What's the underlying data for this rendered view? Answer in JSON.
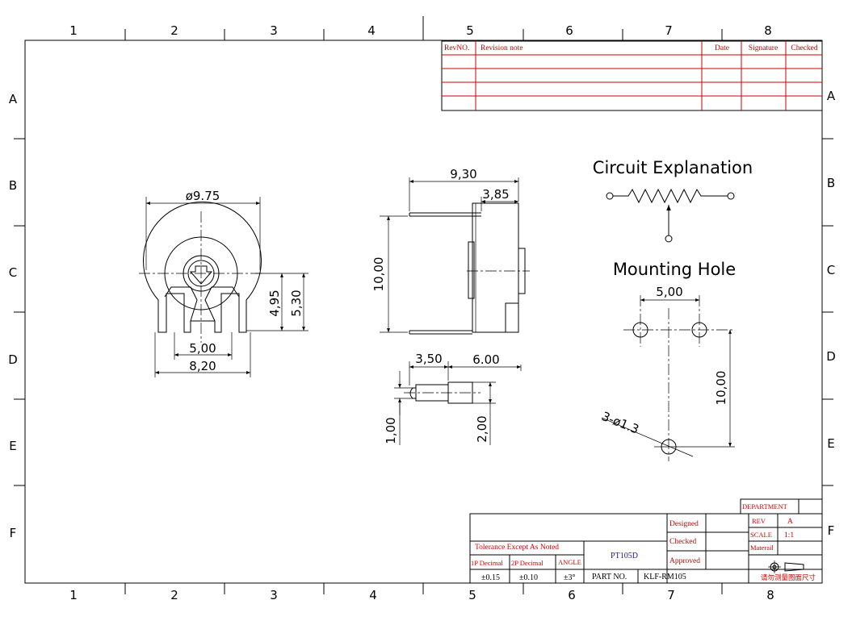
{
  "zones": {
    "columns": [
      "1",
      "2",
      "3",
      "4",
      "5",
      "6",
      "7",
      "8"
    ],
    "rows": [
      "A",
      "B",
      "C",
      "D",
      "E",
      "F"
    ]
  },
  "revision_table": {
    "headers": [
      "RevNO.",
      "Revision note",
      "Date",
      "Signature",
      "Checked"
    ]
  },
  "circuit": {
    "title": "Circuit Explanation"
  },
  "mounting": {
    "title": "Mounting Hole",
    "dim_spacing": "5,00",
    "dim_height": "10,00",
    "hole_callout": "3-ø1.3"
  },
  "front_view": {
    "dim_diameter": "ø9.75",
    "dim_pin_spacing": "5,00",
    "dim_width": "8,20",
    "dim_h1": "4,95",
    "dim_h2": "5,30"
  },
  "side_view": {
    "dim_total": "9,30",
    "dim_knob": "3,85",
    "dim_height": "10,00"
  },
  "pin_detail": {
    "dim_a": "3,50",
    "dim_b": "6.00",
    "dim_thk": "1,00",
    "dim_w": "2,00"
  },
  "title_block": {
    "department": "DEPARTMENT",
    "rev_label": "REV",
    "rev_value": "A",
    "scale_label": "SCALE",
    "scale_value": "1:1",
    "material_label": "Materail",
    "designed": "Designed",
    "checked": "Checked",
    "approved": "Approved",
    "tolerance": "Tolerance Except As Noted",
    "dec1": "1P Decimal",
    "dec2": "2P Decimal",
    "angle": "ANGLE",
    "tol1": "±0.15",
    "tol2": "±0.10",
    "tol_angle": "±3°",
    "part_name": "PT105D",
    "part_no_label": "PART NO.",
    "part_no": "KLF-RM105",
    "note_cn": "请勿测量图面尺寸"
  }
}
